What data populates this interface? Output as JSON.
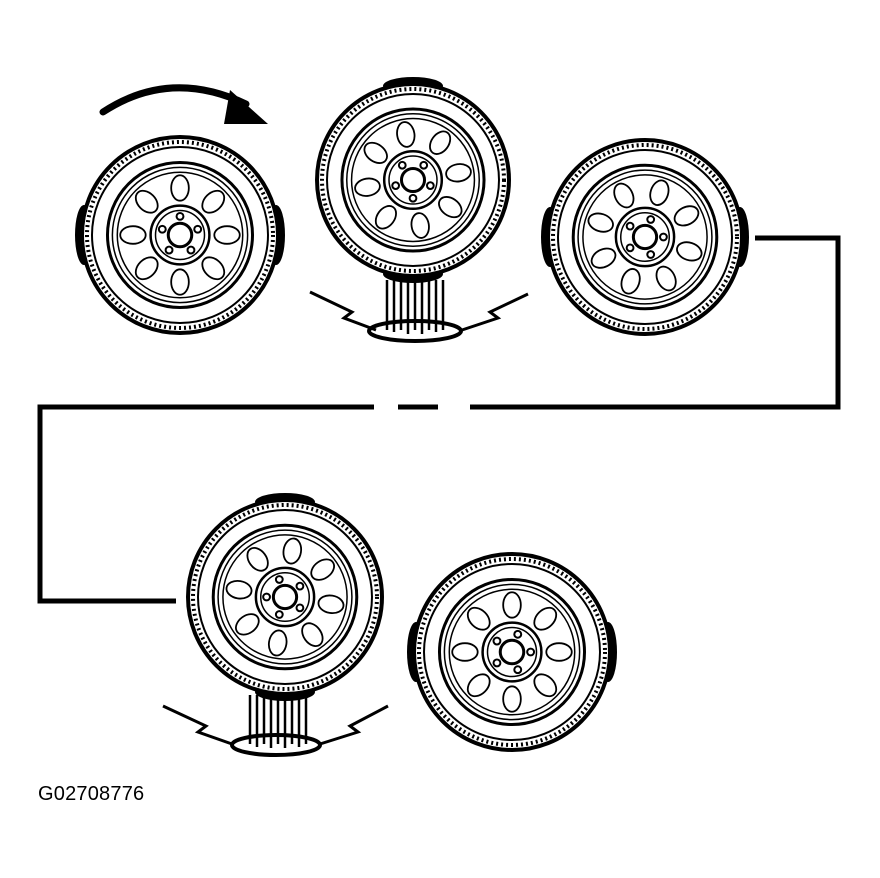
{
  "figure": {
    "id_label": "G02708776"
  },
  "style": {
    "ink": "#000000",
    "paper": "#ffffff"
  },
  "wheels": [
    {
      "name": "wheel-rotating",
      "hub_rotation_deg": 0,
      "heavy_spot": "sides",
      "contact_marks": false
    },
    {
      "name": "wheel-heavy-spot-bottom",
      "hub_rotation_deg": 36,
      "heavy_spot": "top-bottom",
      "contact_marks": true
    },
    {
      "name": "wheel-heavy-spot-side",
      "hub_rotation_deg": 18,
      "heavy_spot": "sides",
      "contact_marks": false
    },
    {
      "name": "wheel-heavy-spot-bottom-2",
      "hub_rotation_deg": 54,
      "heavy_spot": "top-bottom",
      "contact_marks": true
    },
    {
      "name": "wheel-heavy-spot-side-2",
      "hub_rotation_deg": 90,
      "heavy_spot": "sides",
      "contact_marks": false
    }
  ]
}
